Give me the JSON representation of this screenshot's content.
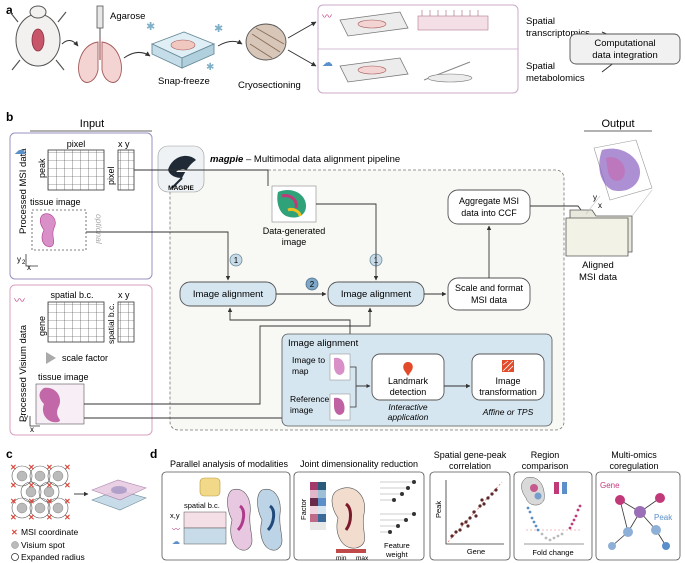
{
  "panels": {
    "a": "a",
    "b": "b",
    "c": "c",
    "d": "d"
  },
  "a": {
    "agarose": "Agarose",
    "snap_freeze": "Snap-freeze",
    "cryosectioning": "Cryosectioning",
    "spatial_transcriptomics_1": "Spatial",
    "spatial_transcriptomics_2": "transcriptomics",
    "spatial_metabolomics_1": "Spatial",
    "spatial_metabolomics_2": "metabolomics",
    "integration_1": "Computational",
    "integration_2": "data integration"
  },
  "b": {
    "input_header": "Input",
    "output_header": "Output",
    "msi_side": "Processed MSI data",
    "visium_side": "Processed Visium data",
    "peak": "peak",
    "pixel_top": "pixel",
    "pixel_side": "pixel",
    "xy_msi": "x y",
    "tissue_image_msi": "tissue image",
    "optional": "optional",
    "y2": "y",
    "x2": "x",
    "sub2": "2",
    "spatial_bc": "spatial b.c.",
    "spatial_bc_side": "spatial b.c.",
    "xy_visium": "x y",
    "gene": "gene",
    "scale_factor": "scale factor",
    "tissue_image_visium": "tissue image",
    "y_vis": "y",
    "x_vis": "x",
    "magpie_name": "magpie",
    "magpie_title": " – Multimodal data alignment pipeline",
    "magpie_logo_text": "MAGPIE",
    "data_generated_1": "Data-generated",
    "data_generated_2": "image",
    "aggregate_1": "Aggregate MSI",
    "aggregate_2": "data into CCF",
    "step1a": "1",
    "step2": "2",
    "step1b": "1",
    "image_alignment_1": "Image alignment",
    "image_alignment_2": "Image alignment",
    "scale_format_1": "Scale and format",
    "scale_format_2": "MSI data",
    "inset_title": "Image alignment",
    "image_to_map_1": "Image to",
    "image_to_map_2": "map",
    "reference_1": "Reference",
    "reference_2": "image",
    "landmark_1": "Landmark",
    "landmark_2": "detection",
    "interactive_1": "Interactive",
    "interactive_2": "application",
    "transform_1": "Image",
    "transform_2": "transformation",
    "affine": "Affine or TPS",
    "aligned_1": "Aligned",
    "aligned_2": "MSI data",
    "out_y": "y",
    "out_x": "x"
  },
  "c": {
    "legend_msi": "MSI coordinate",
    "legend_visium": "Visium spot",
    "legend_expanded": "Expanded radius"
  },
  "d": {
    "parallel": "Parallel analysis of modalities",
    "joint": "Joint dimensionality reduction",
    "corr_1": "Spatial gene-peak",
    "corr_2": "correlation",
    "region_1": "Region",
    "region_2": "comparison",
    "multi_1": "Multi-omics",
    "multi_2": "coregulation",
    "xy": "x,y",
    "spatial_bc": "spatial b.c.",
    "factor": "Factor",
    "min": "min",
    "max": "max",
    "feature_1": "Feature",
    "feature_2": "weight",
    "peak_axis": "Peak",
    "gene_axis": "Gene",
    "fold_change": "Fold change",
    "gene_label": "Gene",
    "peak_label": "Peak"
  },
  "colors": {
    "accent_blue": "#c7dbe8",
    "box_blue": "#d6e6f0",
    "pink_border": "#d9a0c0",
    "purple_border": "#9b8fc0",
    "tissue": "#b03a8c",
    "peak_blue": "#5b8fc9",
    "gene_pink": "#c03a7a"
  }
}
